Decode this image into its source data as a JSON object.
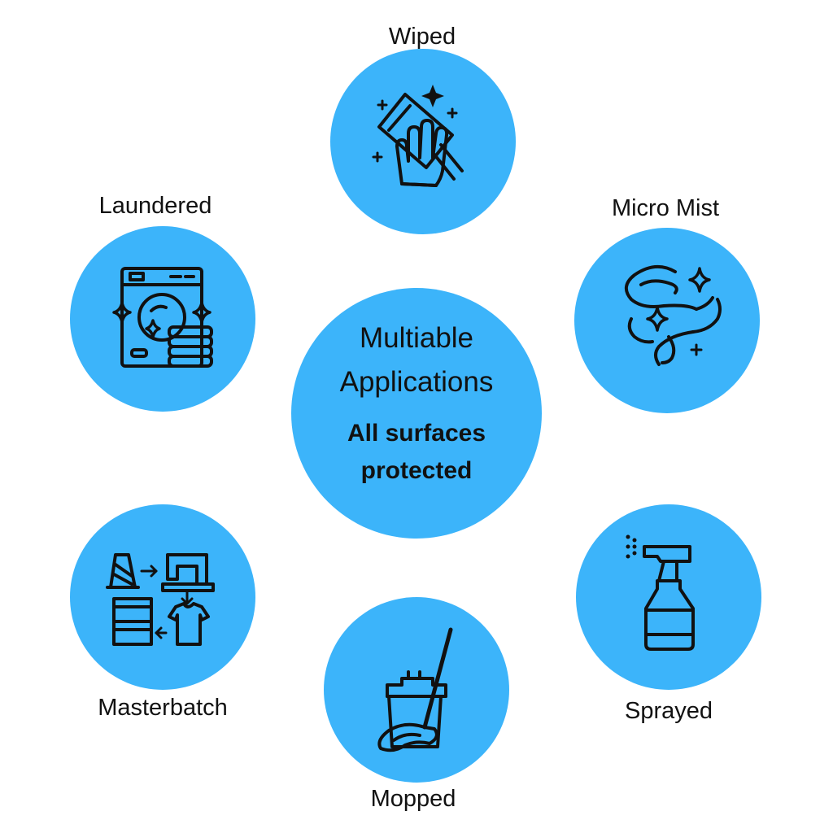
{
  "center": {
    "title_line1": "Multiable",
    "title_line2": "Applications",
    "subtitle_line1": "All surfaces",
    "subtitle_line2": "protected"
  },
  "methods": [
    {
      "label": "Wiped",
      "icon": "hand-wiping-cloth-icon"
    },
    {
      "label": "Micro Mist",
      "icon": "mist-sparkle-icon"
    },
    {
      "label": "Sprayed",
      "icon": "spray-bottle-icon"
    },
    {
      "label": "Mopped",
      "icon": "mop-bucket-icon"
    },
    {
      "label": "Masterbatch",
      "icon": "textile-production-icon"
    },
    {
      "label": "Laundered",
      "icon": "washing-machine-icon"
    }
  ],
  "colors": {
    "circle_fill": "#3cb4fa",
    "text": "#111111",
    "background": "#ffffff"
  }
}
